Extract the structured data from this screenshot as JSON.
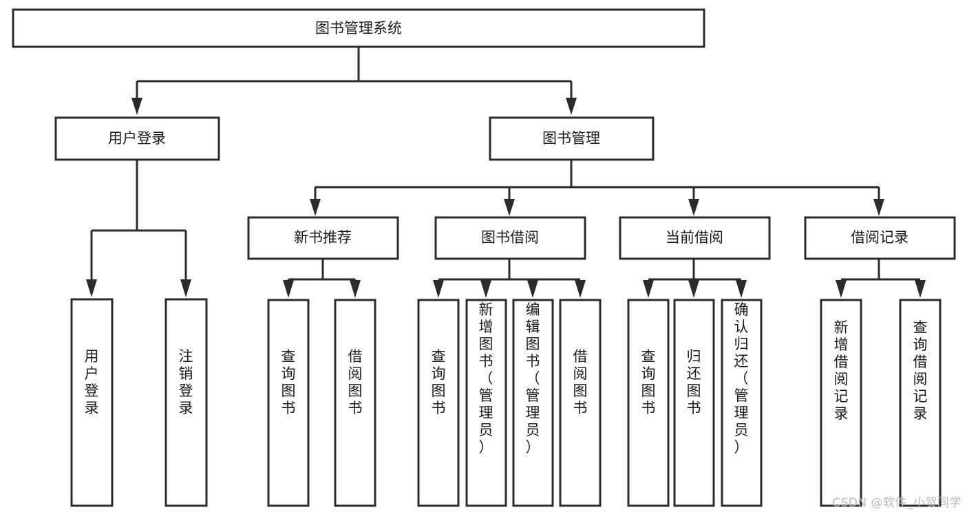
{
  "diagram": {
    "type": "tree",
    "title": "图书管理系统",
    "watermark": "CSDN @软件_小贺同学",
    "root": {
      "id": "root",
      "label": "图书管理系统",
      "orientation": "horizontal"
    },
    "level1": [
      {
        "id": "user-login",
        "label": "用户登录",
        "orientation": "horizontal"
      },
      {
        "id": "book-manage",
        "label": "图书管理",
        "orientation": "horizontal"
      }
    ],
    "level2": [
      {
        "id": "new-book-recommend",
        "label": "新书推荐",
        "parent": "book-manage",
        "orientation": "horizontal"
      },
      {
        "id": "book-borrow",
        "label": "图书借阅",
        "parent": "book-manage",
        "orientation": "horizontal"
      },
      {
        "id": "current-borrow",
        "label": "当前借阅",
        "parent": "book-manage",
        "orientation": "horizontal"
      },
      {
        "id": "borrow-record",
        "label": "借阅记录",
        "parent": "book-manage",
        "orientation": "horizontal"
      }
    ],
    "leaves": [
      {
        "id": "leaf-user-login",
        "label": "用户登录",
        "parent": "user-login",
        "orientation": "vertical"
      },
      {
        "id": "leaf-logout",
        "label": "注销登录",
        "parent": "user-login",
        "orientation": "vertical"
      },
      {
        "id": "leaf-query-book-1",
        "label": "查询图书",
        "parent": "new-book-recommend",
        "orientation": "vertical"
      },
      {
        "id": "leaf-borrow-book-1",
        "label": "借阅图书",
        "parent": "new-book-recommend",
        "orientation": "vertical"
      },
      {
        "id": "leaf-query-book-2",
        "label": "查询图书",
        "parent": "book-borrow",
        "orientation": "vertical"
      },
      {
        "id": "leaf-add-book",
        "label": "新增图书（管理员）",
        "parent": "book-borrow",
        "orientation": "vertical"
      },
      {
        "id": "leaf-edit-book",
        "label": "编辑图书（管理员）",
        "parent": "book-borrow",
        "orientation": "vertical"
      },
      {
        "id": "leaf-borrow-book-2",
        "label": "借阅图书",
        "parent": "book-borrow",
        "orientation": "vertical"
      },
      {
        "id": "leaf-query-book-3",
        "label": "查询图书",
        "parent": "current-borrow",
        "orientation": "vertical"
      },
      {
        "id": "leaf-return-book",
        "label": "归还图书",
        "parent": "current-borrow",
        "orientation": "vertical"
      },
      {
        "id": "leaf-confirm-return",
        "label": "确认归还（管理员）",
        "parent": "current-borrow",
        "orientation": "vertical"
      },
      {
        "id": "leaf-add-record",
        "label": "新增借阅记录",
        "parent": "borrow-record",
        "orientation": "vertical"
      },
      {
        "id": "leaf-query-record",
        "label": "查询借阅记录",
        "parent": "borrow-record",
        "orientation": "vertical"
      }
    ],
    "colors": {
      "box_stroke": "#2b2b2b",
      "box_fill": "#ffffff",
      "text": "#1a1a1a",
      "background": "#ffffff",
      "watermark": "#b9b9b9"
    }
  }
}
